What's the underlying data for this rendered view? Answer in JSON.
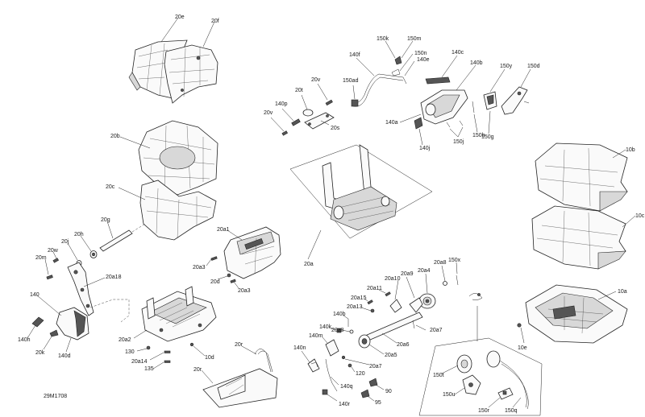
{
  "diagram": {
    "drawing_code": "29M1708",
    "callouts": {
      "c20e": "20e",
      "c20f": "20f",
      "c20b": "20b",
      "c20c": "20c",
      "c20g": "20g",
      "c20h": "20h",
      "c20j": "20j",
      "c20w": "20w",
      "c20m": "20m",
      "c20a18": "20a18",
      "c140": "140",
      "c140h": "140h",
      "c20k": "20k",
      "c140d": "140d",
      "c20a1": "20a1",
      "c20a3a": "20a3",
      "c20d": "20d",
      "c20a3b": "20a3",
      "c20a2": "20a2",
      "c130": "130",
      "c20a14": "20a14",
      "c135": "135",
      "c10d": "10d",
      "c20r_a": "20r",
      "c20r_b": "20r",
      "c20v_a": "20v",
      "c20t": "20t",
      "c140p": "140p",
      "c20v_b": "20v",
      "c20s": "20s",
      "c150ad": "150ad",
      "c140f": "140f",
      "c150k": "150k",
      "c150m": "150m",
      "c150n": "150n",
      "c140e": "140e",
      "c140c": "140c",
      "c140b": "140b",
      "c150y": "150y",
      "c150d": "150d",
      "c140a": "140a",
      "c140j": "140j",
      "c150j": "150j",
      "c150h": "150h",
      "c150g": "150g",
      "c20a": "20a",
      "c10b": "10b",
      "c10c": "10c",
      "c10a": "10a",
      "c10e": "10e",
      "c20a8a": "20a8",
      "c150x": "150x",
      "c20a10": "20a10",
      "c20a9": "20a9",
      "c20a4": "20a4",
      "c20a11": "20a11",
      "c20a15": "20a15",
      "c20a13": "20a13",
      "c140b2": "140b",
      "c140k": "140k",
      "c20a8b": "20a8",
      "c140m": "140m",
      "c20a7a": "20a7",
      "c20a6": "20a6",
      "c20a5": "20a5",
      "c20a7b": "20a7",
      "c140n": "140n",
      "c120": "120",
      "c140q": "140q",
      "c90": "90",
      "c95": "95",
      "c140r": "140r",
      "c150t": "150t",
      "c150u": "150u",
      "c150r": "150r",
      "c150q": "150q"
    }
  }
}
